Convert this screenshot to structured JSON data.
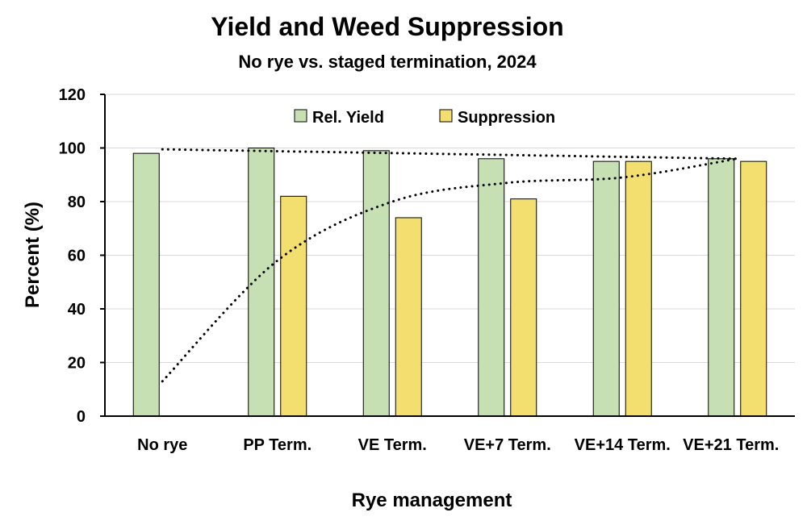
{
  "chart_data": {
    "type": "bar",
    "title": "Yield and Weed Suppression",
    "subtitle": "No rye vs. staged termination, 2024",
    "xlabel": "Rye management",
    "ylabel": "Percent (%)",
    "ylim": [
      0,
      120
    ],
    "yticks": [
      0,
      20,
      40,
      60,
      80,
      100,
      120
    ],
    "grid": true,
    "legend_position": "top",
    "categories": [
      "No rye",
      "PP Term.",
      "VE Term.",
      "VE+7 Term.",
      "VE+14 Term.",
      "VE+21 Term."
    ],
    "series": [
      {
        "name": "Rel. Yield",
        "color": "#c6e0b4",
        "values": [
          98,
          100,
          99,
          96,
          95,
          96
        ]
      },
      {
        "name": "Suppression",
        "color": "#f2df6f",
        "values": [
          null,
          82,
          74,
          81,
          95,
          95
        ]
      }
    ],
    "trendlines": [
      {
        "series": "Rel. Yield",
        "style": "dotted",
        "values": [
          99.5,
          98.8,
          98.1,
          97.4,
          96.7,
          96
        ]
      },
      {
        "series": "Suppression",
        "style": "dotted",
        "values": [
          13,
          58,
          80,
          87,
          89,
          96
        ]
      }
    ]
  }
}
